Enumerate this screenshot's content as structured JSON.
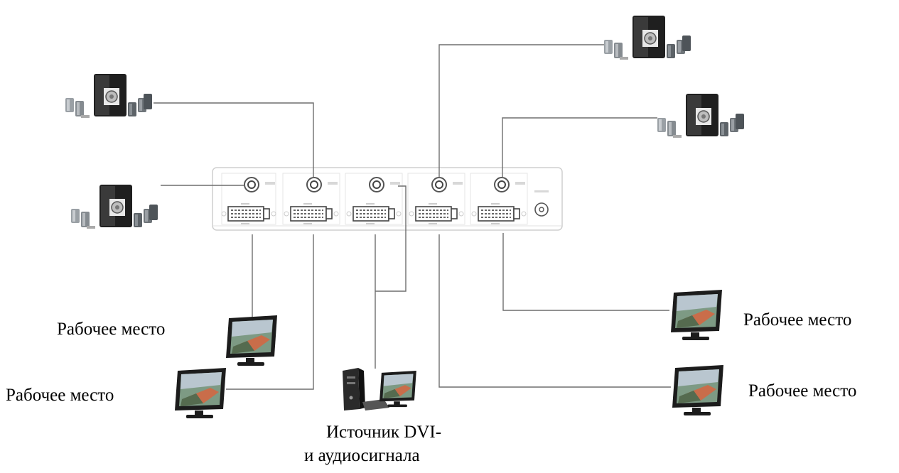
{
  "labels": {
    "workstation_left_top": "Рабочее место",
    "workstation_left_bottom": "Рабочее место",
    "workstation_right_top": "Рабочее место",
    "workstation_right_bottom": "Рабочее место",
    "source_line1": "Источник DVI-",
    "source_line2": "и аудиосигнала"
  },
  "device": {
    "ports": 5
  },
  "colors": {
    "line": "#6e6e6e",
    "device_outline": "#cfcfcf",
    "speaker_dark": "#2a2a2a",
    "speaker_grey": "#9aa0a5",
    "monitor_frame": "#1c1c1c",
    "monitor_screen": "#7d9a84"
  }
}
